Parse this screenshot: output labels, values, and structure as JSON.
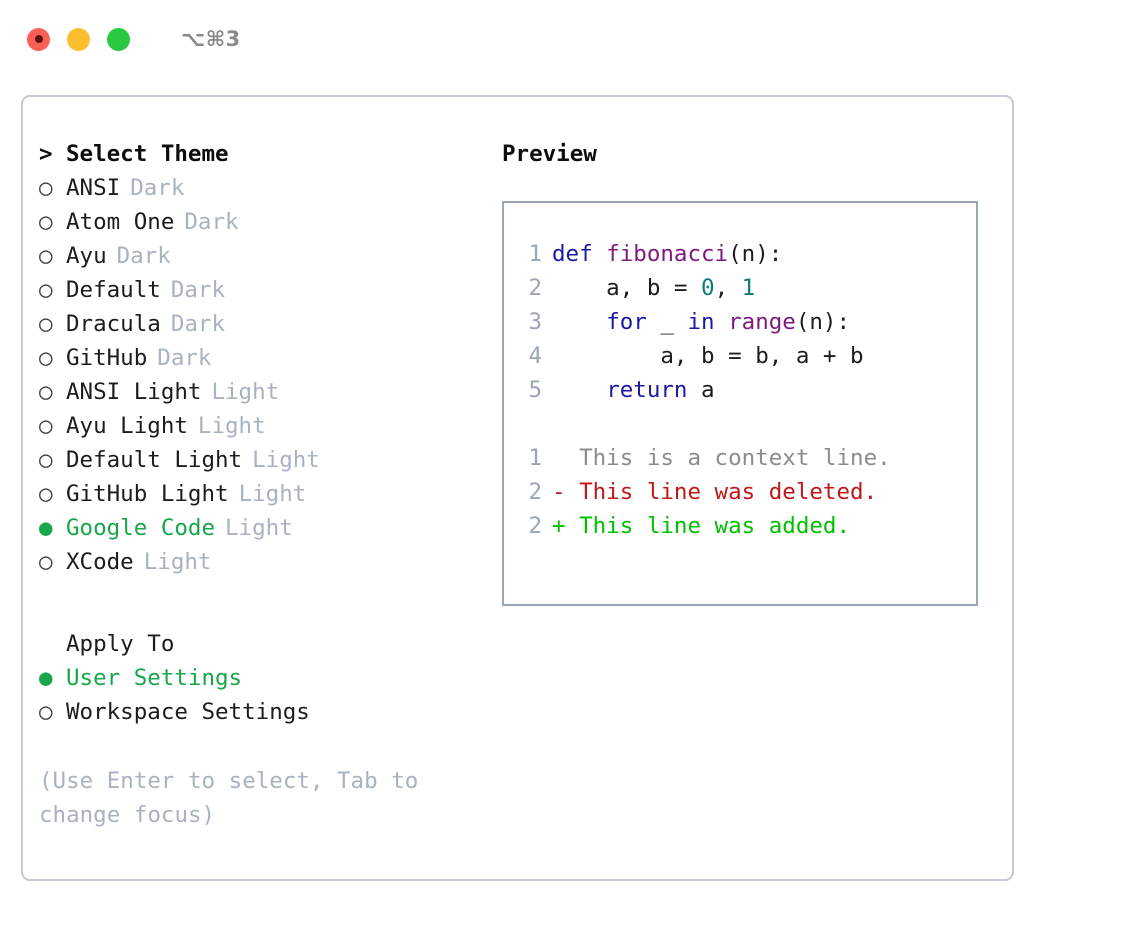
{
  "titlebar": {
    "shortcut": "⌥⌘3",
    "buttons": [
      {
        "name": "close",
        "color": "#fb6058"
      },
      {
        "name": "minimize",
        "color": "#fbbe2f"
      },
      {
        "name": "maximize",
        "color": "#28c93f"
      }
    ]
  },
  "theme_picker": {
    "heading_marker": ">",
    "heading": "Select Theme",
    "items": [
      {
        "marker": "○",
        "label": "ANSI",
        "variant": "Dark",
        "selected": false
      },
      {
        "marker": "○",
        "label": "Atom One",
        "variant": "Dark",
        "selected": false
      },
      {
        "marker": "○",
        "label": "Ayu",
        "variant": "Dark",
        "selected": false
      },
      {
        "marker": "○",
        "label": "Default",
        "variant": "Dark",
        "selected": false
      },
      {
        "marker": "○",
        "label": "Dracula",
        "variant": "Dark",
        "selected": false
      },
      {
        "marker": "○",
        "label": "GitHub",
        "variant": "Dark",
        "selected": false
      },
      {
        "marker": "○",
        "label": "ANSI Light",
        "variant": "Light",
        "selected": false
      },
      {
        "marker": "○",
        "label": "Ayu Light",
        "variant": "Light",
        "selected": false
      },
      {
        "marker": "○",
        "label": "Default Light",
        "variant": "Light",
        "selected": false
      },
      {
        "marker": "○",
        "label": "GitHub Light",
        "variant": "Light",
        "selected": false
      },
      {
        "marker": "●",
        "label": "Google Code",
        "variant": "Light",
        "selected": true
      },
      {
        "marker": "○",
        "label": "XCode",
        "variant": "Light",
        "selected": false
      }
    ]
  },
  "apply_to": {
    "heading": "Apply To",
    "items": [
      {
        "marker": "●",
        "label": "User Settings",
        "selected": true
      },
      {
        "marker": "○",
        "label": "Workspace Settings",
        "selected": false
      }
    ]
  },
  "hint": "(Use Enter to select, Tab to change focus)",
  "preview": {
    "title": "Preview",
    "code_lines": [
      {
        "lineno": "1",
        "tokens": [
          {
            "text": "def ",
            "type": "kw"
          },
          {
            "text": "fibonacci",
            "type": "fn"
          },
          {
            "text": "(n):",
            "type": "pl"
          }
        ]
      },
      {
        "lineno": "2",
        "tokens": [
          {
            "text": "    a, b = ",
            "type": "pl"
          },
          {
            "text": "0",
            "type": "num"
          },
          {
            "text": ", ",
            "type": "pl"
          },
          {
            "text": "1",
            "type": "num"
          }
        ]
      },
      {
        "lineno": "3",
        "tokens": [
          {
            "text": "    ",
            "type": "pl"
          },
          {
            "text": "for",
            "type": "kw"
          },
          {
            "text": " _ ",
            "type": "pl"
          },
          {
            "text": "in",
            "type": "kw"
          },
          {
            "text": " ",
            "type": "pl"
          },
          {
            "text": "range",
            "type": "fn"
          },
          {
            "text": "(n):",
            "type": "pl"
          }
        ]
      },
      {
        "lineno": "4",
        "tokens": [
          {
            "text": "        a, b = b, a + b",
            "type": "pl"
          }
        ]
      },
      {
        "lineno": "5",
        "tokens": [
          {
            "text": "    ",
            "type": "pl"
          },
          {
            "text": "return",
            "type": "kw"
          },
          {
            "text": " a",
            "type": "pl"
          }
        ]
      }
    ],
    "diff_lines": [
      {
        "lineno": "1",
        "sign": " ",
        "text": "This is a context line.",
        "kind": "ctx"
      },
      {
        "lineno": "2",
        "sign": "-",
        "text": "This line was deleted.",
        "kind": "del"
      },
      {
        "lineno": "2",
        "sign": "+",
        "text": "This line was added.",
        "kind": "add"
      }
    ]
  },
  "colors": {
    "accent_green": "#18a64a",
    "muted": "#a8b2c1",
    "border": "#c4cbd6",
    "preview_border": "#9aa5b5",
    "keyword": "#1a1aa6",
    "function": "#7d1a7d",
    "number": "#0e7b7b",
    "diff_add": "#00c000",
    "diff_del": "#c01818",
    "diff_ctx": "#8c8c8c"
  }
}
